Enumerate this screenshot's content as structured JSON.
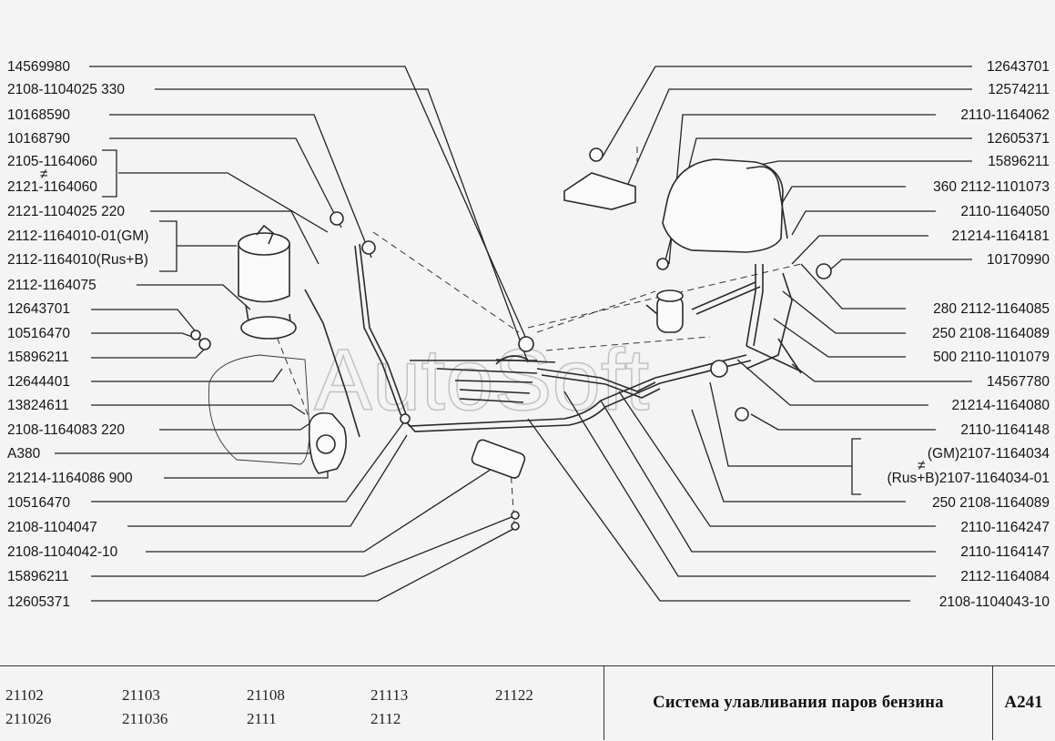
{
  "watermark": "AutoSoft",
  "left_labels": [
    "14569980",
    "2108-1104025  330",
    "10168590",
    "10168790",
    "2105-1164060",
    "2121-1164060",
    "2121-1104025  220",
    "2112-1164010-01(GM)",
    "2112-1164010(Rus+B)",
    "2112-1164075",
    "12643701",
    "10516470",
    "15896211",
    "12644401",
    "13824611",
    "2108-1164083  220",
    "A380",
    "21214-1164086  900",
    "10516470",
    "2108-1104047",
    "2108-1104042-10",
    "15896211",
    "12605371"
  ],
  "right_labels": [
    "12643701",
    "12574211",
    "2110-1164062",
    "12605371",
    "15896211",
    "360  2112-1101073",
    "2110-1164050",
    "21214-1164181",
    "10170990",
    "280  2112-1164085",
    "250  2108-1164089",
    "500  2110-1101079",
    "14567780",
    "21214-1164080",
    "2110-1164148",
    "(GM)2107-1164034",
    "(Rus+B)2107-1164034-01",
    "250  2108-1164089",
    "2110-1164247",
    "2110-1164147",
    "2112-1164084",
    "2108-1104043-10"
  ],
  "interchange_mark": "≠",
  "footer": {
    "models": [
      "21102",
      "21103",
      "21108",
      "21113",
      "21122",
      "211026",
      "211036",
      "2111",
      "2112"
    ],
    "title": "Система улавливания паров бензина",
    "code": "A241"
  }
}
